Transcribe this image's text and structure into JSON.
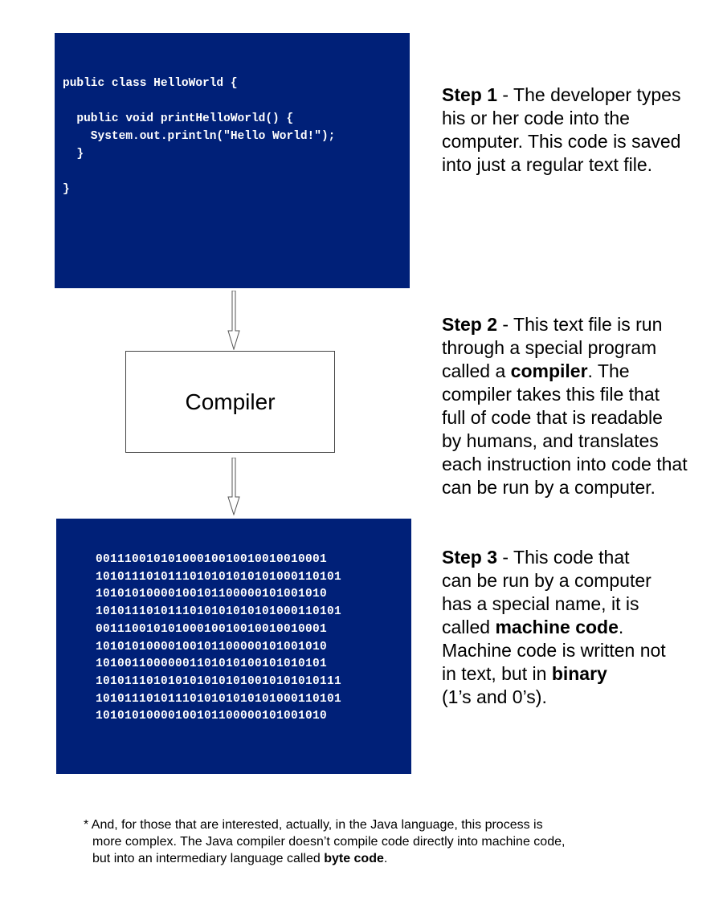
{
  "code_panel": {
    "lines": [
      "public class HelloWorld {",
      "",
      "  public void printHelloWorld() {",
      "    System.out.println(\"Hello World!\");",
      "  }",
      "",
      "}"
    ]
  },
  "compiler_box": {
    "label": "Compiler"
  },
  "binary_panel": {
    "lines": [
      "0011100101010001001001001001000 1",
      "1010111010111010101010101000110101",
      "1010101000010010110000010100101 0",
      "1010111010111010101010101000110101",
      "0011100101010001001001001001000 1",
      "1010101000010010110000010100101 0",
      "1010011000000110101010010101010 1",
      "1010111010101010101010010101010111",
      "1010111010111010101010101000110101",
      "1010101000010010110000010100101 0"
    ]
  },
  "steps": {
    "step1": {
      "heading": "Step 1",
      "line1_rest": " - The developer types",
      "line2": "his or her code into the",
      "line3": "computer. This code is saved",
      "line4": "into just a regular text file."
    },
    "step2": {
      "heading": "Step 2",
      "line1_rest": " - This text file is run",
      "line2": "through a special program",
      "line3_pre": "called a ",
      "line3_bold": "compiler",
      "line3_post": ". The",
      "line4": "compiler takes this file that",
      "line5": "full of code that is readable",
      "line6": "by humans, and translates",
      "line7": "each instruction into code that",
      "line8": "can be run by a computer."
    },
    "step3": {
      "heading": "Step 3",
      "line1_rest": " - This code that",
      "line2": "can be run by a computer",
      "line3": "has a special name, it is",
      "line4_pre": "called ",
      "line4_bold": "machine code",
      "line4_post": ".",
      "line5": "Machine code is written not",
      "line6_pre": "in text, but in ",
      "line6_bold": "binary",
      "line7": "(1’s and 0’s)."
    }
  },
  "footnote": {
    "line1": "* And, for those that are interested, actually, in the Java language, this process is",
    "line2": "more complex. The Java compiler doesn’t compile code directly into machine code,",
    "line3_pre": "but into an intermediary language called ",
    "line3_bold": "byte code",
    "line3_post": "."
  },
  "colors": {
    "panel_bg": "#002078",
    "panel_text": "#ffffff"
  }
}
